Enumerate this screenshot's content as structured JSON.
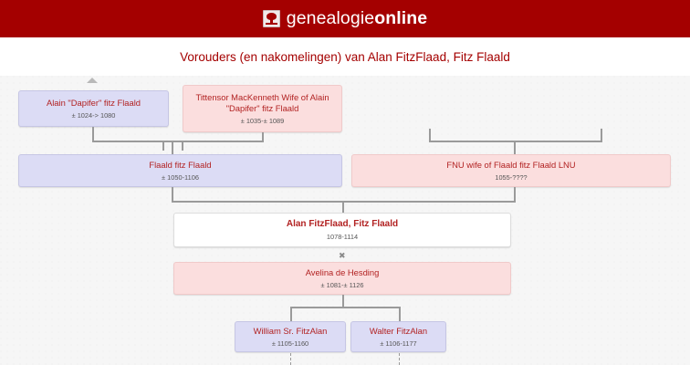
{
  "header": {
    "logo_icon": "family-tree-logo-icon",
    "brand_first": "genealogie",
    "brand_second": "online"
  },
  "title_bar": {
    "title": "Vorouders (en nakomelingen) van Alan FitzFlaad, Fitz Flaald"
  },
  "chart": {
    "type": "family-tree",
    "accent_color": "#a40000",
    "male_color": "#dcdcf5",
    "female_color": "#fbdede",
    "focus_color": "#ffffff",
    "name_color": "#b22222",
    "expand_arrow_icon": "triangle-up-icon",
    "marriage_symbol": "✖",
    "nodes": [
      {
        "id": "alain-dapifer",
        "name": "Alain \"Dapifer\" fitz Flaald",
        "dates": "± 1024-> 1080",
        "gender": "male",
        "generation": 3
      },
      {
        "id": "tittensor-mackenneth",
        "name": "Tittensor MacKenneth Wife of Alain \"Dapifer\" fitz Flaald",
        "name_line1": "Tittensor MacKenneth Wife of Alain",
        "name_line2": "\"Dapifer\" fitz Flaald",
        "dates": "± 1035-± 1089",
        "gender": "female",
        "generation": 3
      },
      {
        "id": "flaald-fitz-flaald",
        "name": "Flaald fitz Flaald",
        "dates": "± 1050-1106",
        "gender": "male",
        "generation": 2
      },
      {
        "id": "fnu-wife-flaald",
        "name": "FNU wife of Flaald fitz Flaald LNU",
        "dates": "1055-????",
        "gender": "female",
        "generation": 2
      },
      {
        "id": "alan-fitzflaad",
        "name": "Alan FitzFlaad, Fitz Flaald",
        "dates": "1078-1114",
        "gender": "focus",
        "generation": 1
      },
      {
        "id": "avelina-de-hesding",
        "name": "Avelina de Hesding",
        "dates": "± 1081-± 1126",
        "gender": "female",
        "generation": 1
      },
      {
        "id": "william-sr-fitzalan",
        "name": "William Sr. FitzAlan",
        "dates": "± 1105-1160",
        "gender": "male",
        "generation": 0
      },
      {
        "id": "walter-fitzalan",
        "name": "Walter FitzAlan",
        "dates": "± 1106-1177",
        "gender": "male",
        "generation": 0
      }
    ]
  }
}
